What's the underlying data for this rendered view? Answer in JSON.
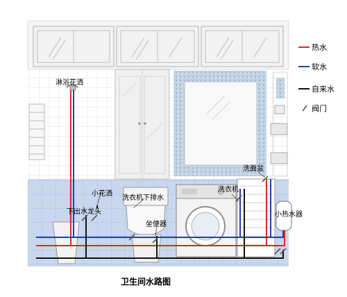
{
  "caption": "卫生间水路图",
  "legend": [
    {
      "label": "热水",
      "kind": "hot",
      "color": "#d42a2a"
    },
    {
      "label": "软水",
      "kind": "soft",
      "color": "#1f3fa8"
    },
    {
      "label": "自来水",
      "kind": "tap",
      "color": "#111111"
    },
    {
      "label": "阀门",
      "kind": "valve",
      "color": "#555555"
    }
  ],
  "fixtures": {
    "shower": "淋浴花洒",
    "lower_faucet": "下出水龙头",
    "small_shower": "小花洒",
    "washer_drain": "洗衣机下排水",
    "toilet": "坐便器",
    "washer": "洗衣机",
    "basin": "洗面盆",
    "water_heater": "小热水器"
  },
  "colors": {
    "wall_tile": "#ffffff",
    "floor_tile": "#c9d7ee",
    "cabinet": "#eeeeee",
    "mosaic": "#c3d3e2",
    "hot": "#d42a2a",
    "soft": "#1f3fa8",
    "tap": "#111111"
  }
}
